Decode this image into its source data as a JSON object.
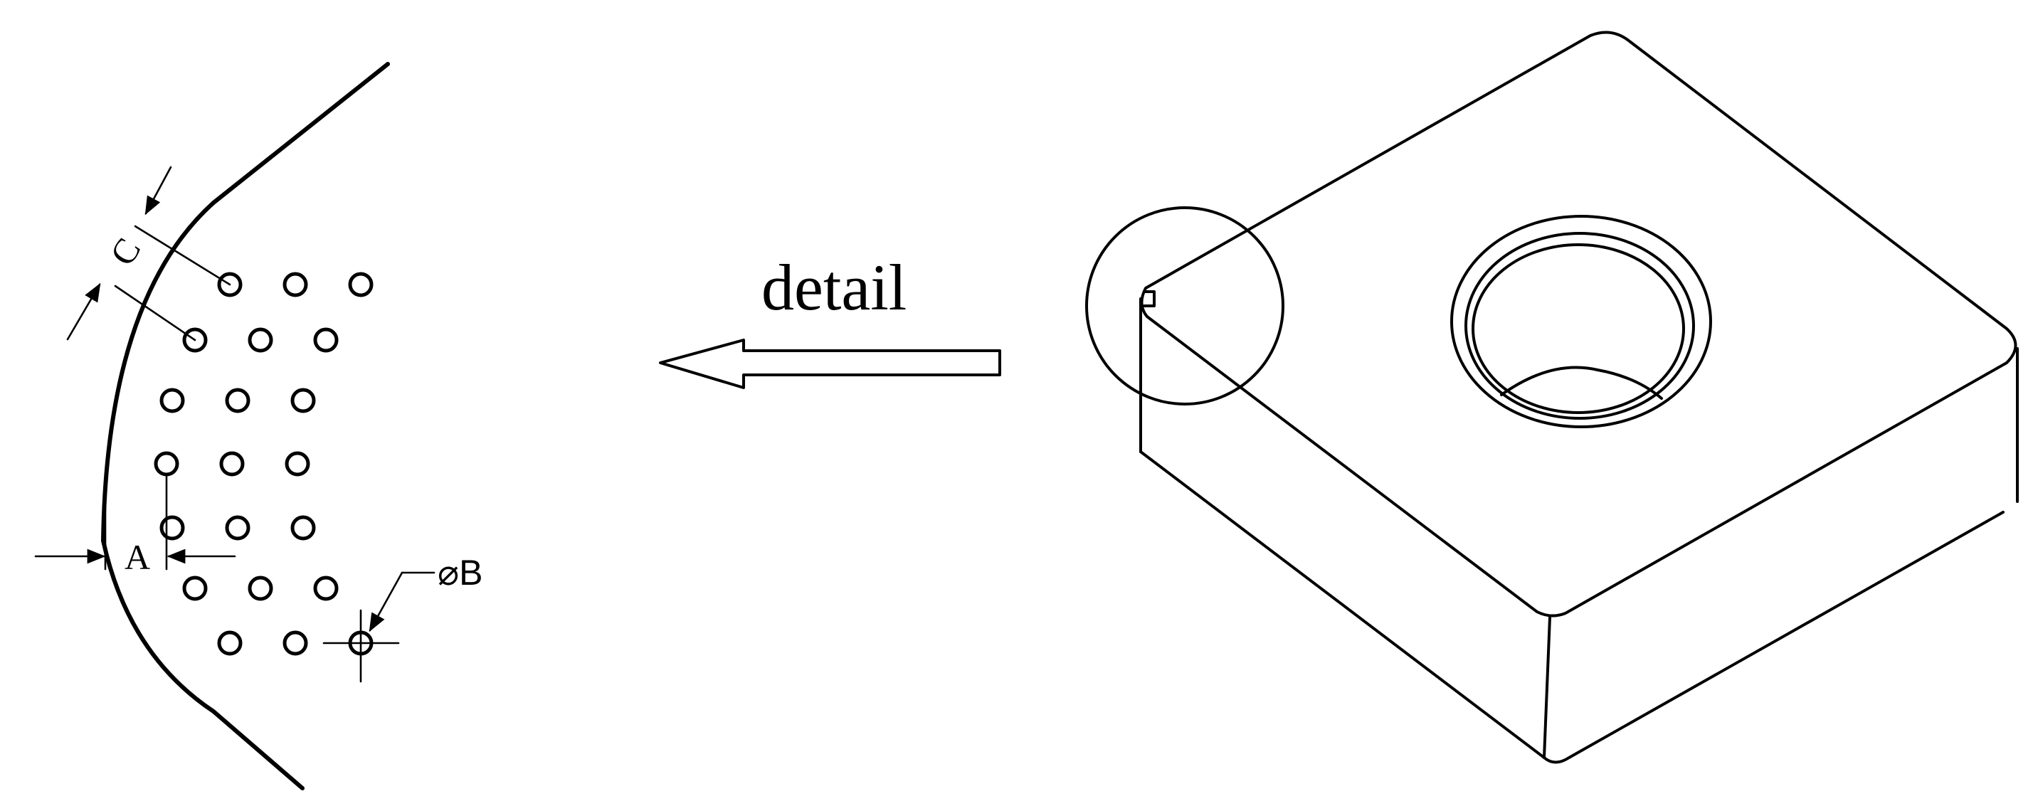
{
  "labels": {
    "detail": "detail",
    "dim_a": "A",
    "dim_b": "⌀B",
    "dim_c": "C"
  }
}
